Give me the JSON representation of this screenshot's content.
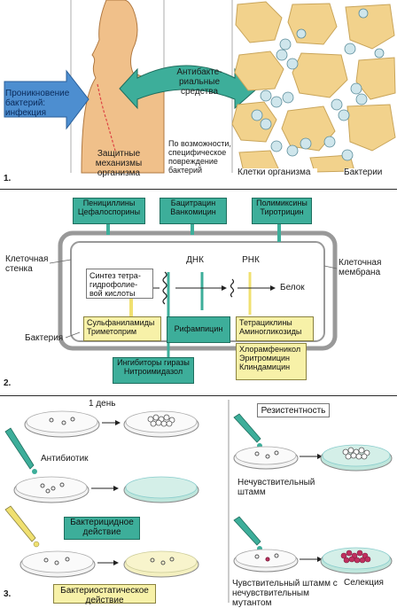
{
  "panel1": {
    "number": "1.",
    "infection_label": "Проникновение бактерий: инфекция",
    "defense_label": "Защитные механизмы организма",
    "antibacterial_label": "Антибакте-риальные средства",
    "damage_label": "По возможности, специфическое повреждение бактерий",
    "cells_label": "Клетки организма",
    "bacteria_label": "Бактерии"
  },
  "panel2": {
    "number": "2.",
    "penicillins": "Пенициллины Цефалоспорины",
    "bacitracin": "Бацитрацин Ванкомицин",
    "polymyxins": "Полимиксины Тиротрицин",
    "cell_wall": "Клеточная стенка",
    "cell_membrane": "Клеточная мембрана",
    "synthesis": "Синтез тетра-гидрофолие-вой кислоты",
    "dna": "ДНК",
    "rna": "РНК",
    "protein": "Белок",
    "bacterium": "Бактерия",
    "sulfonamides": "Сульфаниламиды Триметоприм",
    "rifampicin": "Рифампицин",
    "tetracyclines": "Тетрациклины Аминогликозиды",
    "gyrase": "Ингибиторы гиразы Нитроимидазол",
    "chloramphenicol": "Хлорамфеникол Эритромицин Клиндамицин"
  },
  "panel3": {
    "number": "3.",
    "one_day": "1 день",
    "antibiotic": "Антибиотик",
    "bactericidal": "Бактерицидное действие",
    "bacteriostatic": "Бактериостатическое действие",
    "resistance": "Резистентность",
    "insensitive": "Нечувствительный штамм",
    "sensitive_mutant": "Чувствительный штамм с нечувствительным мутантом",
    "selection": "Селекция"
  },
  "colors": {
    "teal": "#3dae9a",
    "yellow": "#f7f1a8",
    "skin": "#f0c08a",
    "cell": "#f2d28c",
    "pink": "#e07aa0",
    "bacteria": "#cfe6ec"
  }
}
